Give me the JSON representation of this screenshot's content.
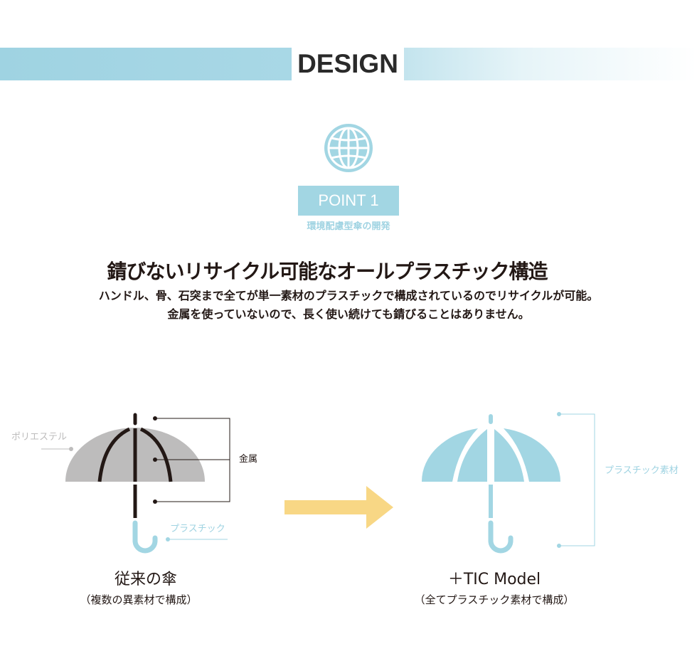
{
  "banner": {
    "title": "DESIGN"
  },
  "point": {
    "label": "POINT 1",
    "subtitle": "環境配慮型傘の開発"
  },
  "headline": "錆びないリサイクル可能なオールプラスチック構造",
  "body": [
    "ハンドル、骨、石突まで全てが単一素材のプラスチックで構成されているのでリサイクルが可能。",
    "金属を使っていないので、長く使い続けても錆びることはありません。"
  ],
  "diagram": {
    "left": {
      "label_polyester": "ポリエステル",
      "label_metal": "金属",
      "label_plastic": "プラスチック",
      "title": "従来の傘",
      "subtitle": "（複数の異素材で構成）"
    },
    "right": {
      "label_plastic_material": "プラスチック素材",
      "title": "＋TIC Model",
      "subtitle": "（全てプラスチック素材で構成）"
    }
  },
  "colors": {
    "accent": "#9fd3e2",
    "arrow": "#f8d785",
    "gray": "#bdbcbc",
    "dark": "#231815"
  }
}
